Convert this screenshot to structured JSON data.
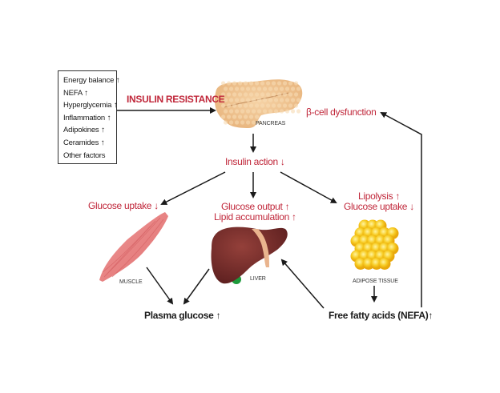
{
  "factors_box": {
    "items": [
      {
        "label": "Energy balance",
        "arrow": "↑"
      },
      {
        "label": "NEFA",
        "arrow": "↑"
      },
      {
        "label": "Hyperglycemia",
        "arrow": "↑"
      },
      {
        "label": "Inflammation",
        "arrow": "↑"
      },
      {
        "label": "Adipokines",
        "arrow": "↑"
      },
      {
        "label": "Ceramides",
        "arrow": "↑"
      },
      {
        "label": "Other factors",
        "arrow": ""
      }
    ]
  },
  "insulin_resistance": "INSULIN RESISTANCE",
  "beta_cell": "β-cell dysfunction",
  "insulin_action": {
    "label": "Insulin action",
    "arrow": "↓"
  },
  "muscle": {
    "effect": "Glucose uptake",
    "arrow": "↓",
    "label": "MUSCLE"
  },
  "liver": {
    "effect1": "Glucose output",
    "arrow1": "↑",
    "effect2": "Lipid accumulation",
    "arrow2": "↑",
    "label": "LIVER"
  },
  "adipose": {
    "effect1": "Lipolysis",
    "arrow1": "↑",
    "effect2": "Glucose uptake",
    "arrow2": "↓",
    "label": "ADIPOSE TISSUE"
  },
  "pancreas": {
    "label": "PANCREAS"
  },
  "plasma_glucose": {
    "label": "Plasma glucose",
    "arrow": "↑"
  },
  "ffa": {
    "label": "Free fatty acids (NEFA)",
    "arrow": "↑"
  },
  "colors": {
    "red": "#c0273a",
    "arrow": "#1a1a1a",
    "pancreas": "#efc48f",
    "muscle": "#e98585",
    "liver": "#7a2e2a",
    "gallbladder": "#1e9a3c",
    "fat": "#f5c21a"
  }
}
